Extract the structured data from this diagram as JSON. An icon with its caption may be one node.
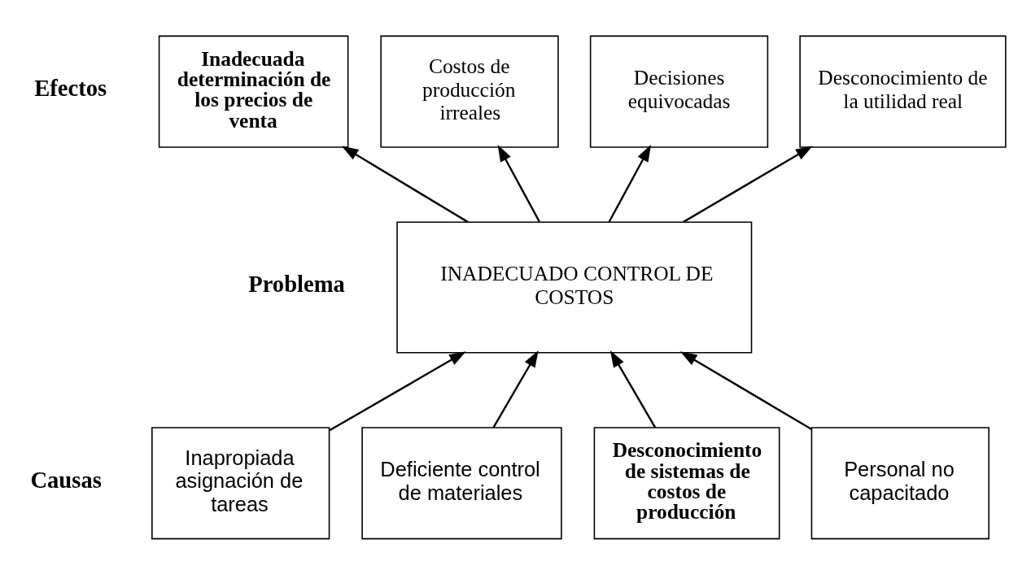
{
  "diagram": {
    "nodes": [
      {
        "text": [
          "Inadecuada determinación de los precios de venta"
        ]
      },
      {
        "text": [
          "Costos de producción irreales"
        ]
      },
      {
        "text": [
          "Decisiones equivocadas"
        ]
      },
      {
        "text": [
          "Desconocimiento de la utilidad real"
        ]
      },
      {
        "text": [
          "INADECUADO CONTROL DE COSTOS"
        ]
      },
      {
        "text": [
          "Inapropiada asignación de tareas"
        ]
      },
      {
        "text": [
          "Deficiente control de materiales"
        ]
      },
      {
        "text": [
          "Desconocimiento de sistemas de costos de producción"
        ]
      },
      {
        "text": [
          "Personal no capacitado"
        ]
      }
    ],
    "edges": [
      {
        "from": 4,
        "to": 0,
        "arrow": "to"
      },
      {
        "from": 4,
        "to": 1,
        "arrow": "to"
      },
      {
        "from": 4,
        "to": 2,
        "arrow": "to"
      },
      {
        "from": 4,
        "to": 3,
        "arrow": "to"
      },
      {
        "from": 5,
        "to": 4,
        "arrow": "to"
      },
      {
        "from": 6,
        "to": 4,
        "arrow": "to"
      },
      {
        "from": 7,
        "to": 4,
        "arrow": "to"
      },
      {
        "from": 8,
        "to": 4,
        "arrow": "to"
      }
    ],
    "labels": [
      "Efectos",
      "Problema",
      "Causas"
    ]
  }
}
